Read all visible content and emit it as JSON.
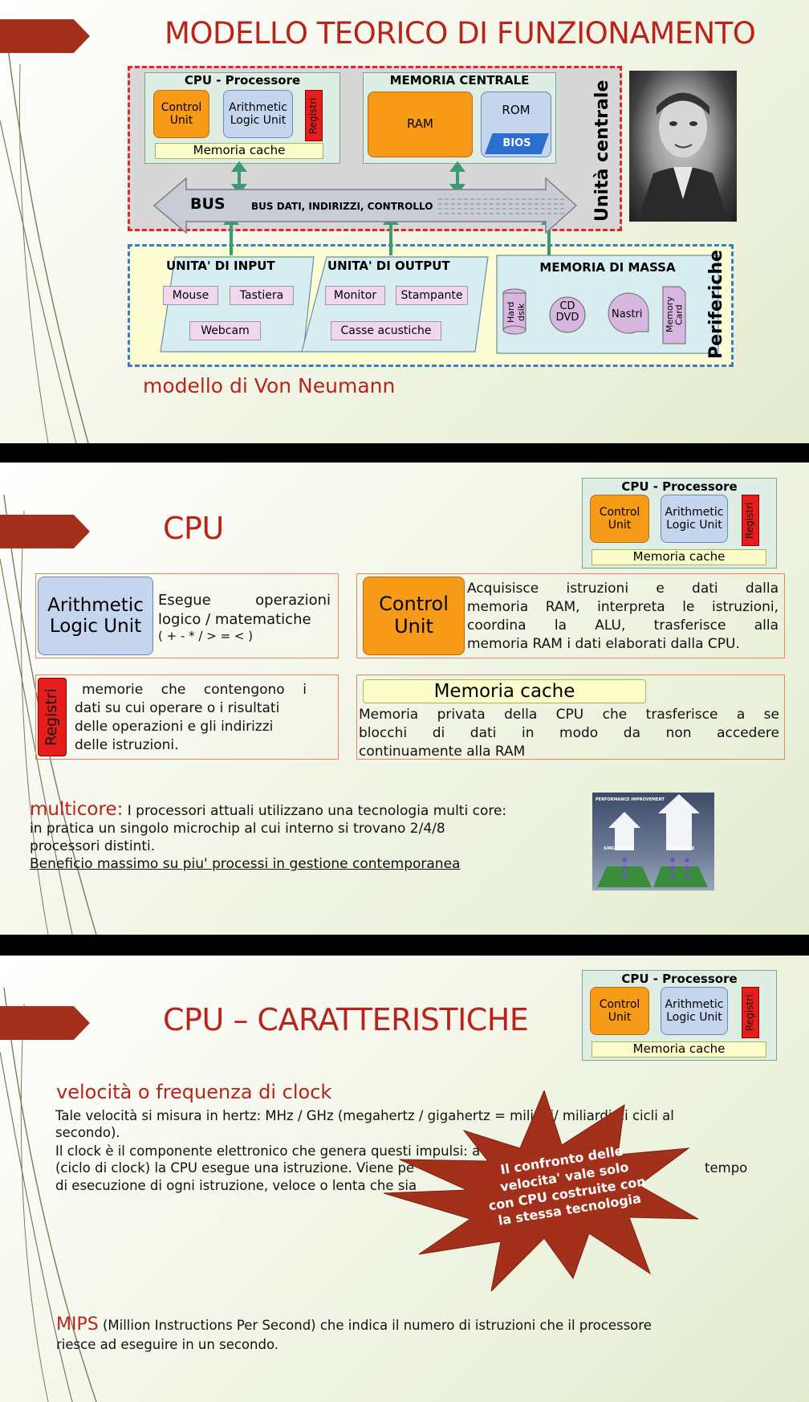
{
  "slide1": {
    "title": "MODELLO TEORICO DI FUNZIONAMENTO",
    "subtitle": "modello di Von Neumann",
    "cpu": {
      "title": "CPU - Processore",
      "control_unit": "Control Unit",
      "alu": "Arithmetic Logic Unit",
      "registri": "Registri",
      "cache": "Memoria cache"
    },
    "memoria": {
      "title": "MEMORIA CENTRALE",
      "ram": "RAM",
      "rom": "ROM",
      "bios": "BIOS"
    },
    "bus": {
      "label": "BUS",
      "detail": "BUS DATI, INDIRIZZI, CONTROLLO"
    },
    "unita_centrale": "Unità centrale",
    "periferiche": "Periferiche",
    "input": {
      "title": "UNITA' DI INPUT",
      "items": [
        "Mouse",
        "Tastiera",
        "Webcam"
      ]
    },
    "output": {
      "title": "UNITA' DI OUTPUT",
      "items": [
        "Monitor",
        "Stampante",
        "Casse acustiche"
      ]
    },
    "massa": {
      "title": "MEMORIA DI MASSA",
      "hard_disk": "Hard dsik",
      "cd": "CD DVD",
      "nastri": "Nastri",
      "card": "Memory Card"
    }
  },
  "slide2": {
    "title": "CPU",
    "cpu": {
      "title": "CPU - Processore",
      "control_unit": "Control Unit",
      "alu": "Arithmetic Logic Unit",
      "registri": "Registri",
      "cache": "Memoria cache"
    },
    "alu_box": "Arithmetic Logic Unit",
    "alu_desc_1": "Esegue operazioni",
    "alu_desc_2": "logico / matematiche",
    "alu_desc_3": "( + - * / > = < )",
    "cu_box": "Control Unit",
    "cu_desc": [
      "Acquisisce istruzioni e dati dalla",
      "memoria RAM, interpreta le istruzioni,",
      "coordina la ALU, trasferisce alla",
      "memoria RAM i dati elaborati dalla CPU."
    ],
    "reg_box": "Registri",
    "reg_desc": [
      "memorie che contengono i",
      "dati su cui operare o i risultati",
      "delle operazioni e gli indirizzi",
      "delle istruzioni."
    ],
    "cache_box": "Memoria cache",
    "cache_desc": [
      "Memoria privata della CPU che trasferisce a se",
      "blocchi di dati in modo da non accedere",
      "continuamente alla RAM"
    ],
    "multicore_label": "multicore:",
    "multicore_text_1": " I processori attuali utilizzano una tecnologia multi core:",
    "multicore_text_2": "in pratica un singolo microchip al cui interno si trovano 2/4/8",
    "multicore_text_3": "processori distinti.",
    "multicore_benefit": "Beneficio massimo su piu' processi in gestione contemporanea",
    "perf_label": "PERFORMANCE IMPROVEMENT",
    "single_core": "SINGLE-CORE",
    "dual_core": "DUAL-CORE"
  },
  "slide3": {
    "title": "CPU – CARATTERISTICHE",
    "cpu": {
      "title": "CPU - Processore",
      "control_unit": "Control Unit",
      "alu": "Arithmetic Logic Unit",
      "registri": "Registri",
      "cache": "Memoria cache"
    },
    "clock_heading": "velocità o frequenza di clock",
    "clock_lines": [
      "Tale velocità si misura in hertz: MHz / GHz (megahertz / gigahertz = milioni/ miliardi di cicli al",
      "secondo).",
      "Il clock è il componente elettronico che genera questi impulsi: a",
      "(ciclo di clock) la CPU esegue una istruzione. Viene pe",
      "di esecuzione di ogni istruzione, veloce o lenta che sia"
    ],
    "tempo": "tempo",
    "burst_lines": [
      "Il confronto delle",
      "velocita' vale solo",
      "con CPU costruite con",
      "la stessa tecnologia"
    ],
    "mips_label": "MIPS",
    "mips_text_1": " (Million Instructions Per Second) che indica il numero di istruzioni che il processore",
    "mips_text_2": "riesce ad eseguire in un secondo."
  }
}
